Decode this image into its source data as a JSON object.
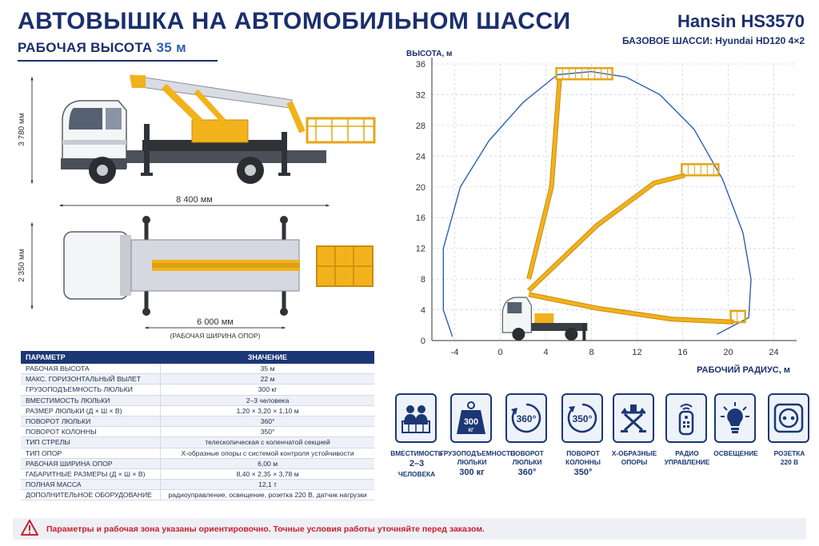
{
  "header": {
    "title": "АВТОВЫШКА НА АВТОМОБИЛЬНОМ ШАССИ",
    "subtitle_prefix": "РАБОЧАЯ ВЫСОТА",
    "subtitle_value": "35 м",
    "model": "Hansin HS3570",
    "chassis": "БАЗОВОЕ ШАССИ: Hyundai HD120 4×2"
  },
  "dimensions": {
    "height": "3 780 мм",
    "length": "8 400 мм",
    "width": "2 350 мм",
    "outrigger_span": "6 000 мм",
    "outrigger_note": "(РАБОЧАЯ ШИРИНА ОПОР)"
  },
  "chart_data": {
    "type": "line",
    "xlabel": "РАБОЧИЙ РАДИУС, м",
    "ylabel": "ВЫСОТА, м",
    "xlim": [
      -6,
      26
    ],
    "ylim": [
      0,
      36
    ],
    "x_ticks": [
      -4,
      0,
      4,
      8,
      12,
      16,
      20,
      24
    ],
    "y_ticks": [
      0,
      4,
      8,
      12,
      16,
      20,
      24,
      28,
      32,
      36
    ],
    "grid": true,
    "series": [
      {
        "x": [
          -4.2,
          -5,
          -5,
          -3.5,
          -1,
          2,
          5,
          8,
          11,
          14,
          17,
          19.5,
          21.3,
          22,
          21.8,
          19
        ],
        "y": [
          0.5,
          4,
          12,
          20,
          26,
          31,
          34.6,
          35,
          34.3,
          32,
          27.5,
          21,
          14,
          8,
          3,
          0.8
        ]
      }
    ],
    "boom_positions": [
      {
        "x": [
          2.5,
          4.5,
          5.2
        ],
        "y": [
          8,
          20,
          34
        ]
      },
      {
        "x": [
          2.5,
          8.5,
          13.5,
          16.2
        ],
        "y": [
          6.5,
          15,
          20.5,
          21.5
        ]
      },
      {
        "x": [
          2.5,
          8.5,
          15,
          20.5
        ],
        "y": [
          6,
          4.2,
          2.8,
          2.4
        ]
      }
    ]
  },
  "table": {
    "headers": [
      "ПАРАМЕТР",
      "ЗНАЧЕНИЕ"
    ],
    "rows": [
      [
        "РАБОЧАЯ ВЫСОТА",
        "35 м"
      ],
      [
        "МАКС. ГОРИЗОНТАЛЬНЫЙ ВЫЛЕТ",
        "22 м"
      ],
      [
        "ГРУЗОПОДЪЕМНОСТЬ ЛЮЛЬКИ",
        "300 кг"
      ],
      [
        "ВМЕСТИМОСТЬ ЛЮЛЬКИ",
        "2–3 человека"
      ],
      [
        "РАЗМЕР ЛЮЛЬКИ (Д × Ш × В)",
        "1,20 × 3,20 × 1,10 м"
      ],
      [
        "ПОВОРОТ ЛЮЛЬКИ",
        "360°"
      ],
      [
        "ПОВОРОТ КОЛОННЫ",
        "350°"
      ],
      [
        "ТИП СТРЕЛЫ",
        "телескопическая с коленчатой секцией"
      ],
      [
        "ТИП ОПОР",
        "Х-образные опоры с системой контроля устойчивости"
      ],
      [
        "РАБОЧАЯ ШИРИНА ОПОР",
        "6,00 м"
      ],
      [
        "ГАБАРИТНЫЕ РАЗМЕРЫ (Д × Ш × В)",
        "8,40 × 2,35 × 3,78 м"
      ],
      [
        "ПОЛНАЯ МАССА",
        "12,1 т"
      ],
      [
        "ДОПОЛНИТЕЛЬНОЕ ОБОРУДОВАНИЕ",
        "радиоуправление, освещение, розетка 220 В, датчик нагрузки"
      ]
    ]
  },
  "icons": [
    {
      "icon": "people-icon",
      "line1": "ВМЕСТИМОСТЬ",
      "line2": "2–3",
      "line3": "ЧЕЛОВЕКА"
    },
    {
      "icon": "weight-icon",
      "badge": "300",
      "badge_unit": "КГ",
      "line1": "ГРУЗОПОДЪЕМНОСТЬ",
      "line2": "ЛЮЛЬКИ",
      "line3": "300 кг"
    },
    {
      "icon": "rotate-360-icon",
      "badge": "360°",
      "line1": "ПОВОРОТ",
      "line2": "ЛЮЛЬКИ",
      "line3": "360°"
    },
    {
      "icon": "rotate-350-icon",
      "badge": "350°",
      "line1": "ПОВОРОТ",
      "line2": "КОЛОННЫ",
      "line3": "350°"
    },
    {
      "icon": "outrigger-icon",
      "line1": "Х-ОБРАЗНЫЕ",
      "line2": "ОПОРЫ"
    },
    {
      "icon": "remote-icon",
      "line1": "РАДИО",
      "line2": "УПРАВЛЕНИЕ"
    },
    {
      "icon": "lightbulb-icon",
      "line1": "ОСВЕЩЕНИЕ"
    },
    {
      "icon": "socket-icon",
      "line1": "РОЗЕТКА",
      "line2": "220 В"
    }
  ],
  "notice": "Параметры и рабочая зона указаны ориентировочно. Точные условия работы уточняйте перед заказом.",
  "colors": {
    "navy": "#1b3775",
    "yellow": "#f2b21b",
    "envelope": "#2f61b0",
    "warning": "#c9202b"
  }
}
